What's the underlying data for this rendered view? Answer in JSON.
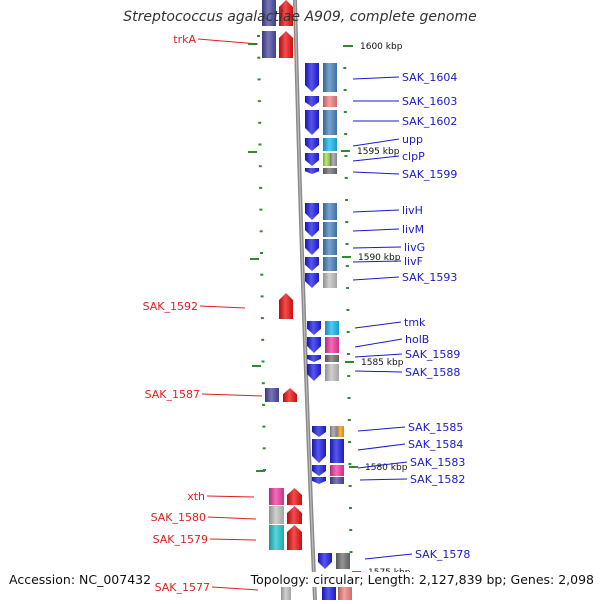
{
  "title": "Streptococcus agalactiae A909, complete genome",
  "footer": {
    "accession": "Accession: NC_007432",
    "summary": "Topology: circular; Length: 2,127,839 bp; Genes: 2,098"
  },
  "colors": {
    "label_left": "#e02020",
    "label_right": "#1a1acc",
    "tick": "#2e8b2e",
    "backbone": "#8a8a8a",
    "gene_blue": "#1e1ee6",
    "gene_red": "#ee1111"
  },
  "kbp_labels": [
    {
      "text": "1600 kbp"
    },
    {
      "text": "1595 kbp"
    },
    {
      "text": "1590 kbp"
    },
    {
      "text": "1585 kbp"
    },
    {
      "text": "1580 kbp"
    },
    {
      "text": "1575 kbp"
    }
  ],
  "left_labels": [
    {
      "text": "trkA"
    },
    {
      "text": "SAK_1592"
    },
    {
      "text": "SAK_1587"
    },
    {
      "text": "xth"
    },
    {
      "text": "SAK_1580"
    },
    {
      "text": "SAK_1579"
    },
    {
      "text": "SAK_1577"
    }
  ],
  "right_labels": [
    {
      "text": "SAK_1604"
    },
    {
      "text": "SAK_1603"
    },
    {
      "text": "SAK_1602"
    },
    {
      "text": "upp"
    },
    {
      "text": "clpP"
    },
    {
      "text": "SAK_1599"
    },
    {
      "text": "livH"
    },
    {
      "text": "livM"
    },
    {
      "text": "livG"
    },
    {
      "text": "livF"
    },
    {
      "text": "SAK_1593"
    },
    {
      "text": "tmk"
    },
    {
      "text": "holB"
    },
    {
      "text": "SAK_1589"
    },
    {
      "text": "SAK_1588"
    },
    {
      "text": "SAK_1585"
    },
    {
      "text": "SAK_1584"
    },
    {
      "text": "SAK_1583"
    },
    {
      "text": "SAK_1582"
    },
    {
      "text": "SAK_1578"
    }
  ]
}
